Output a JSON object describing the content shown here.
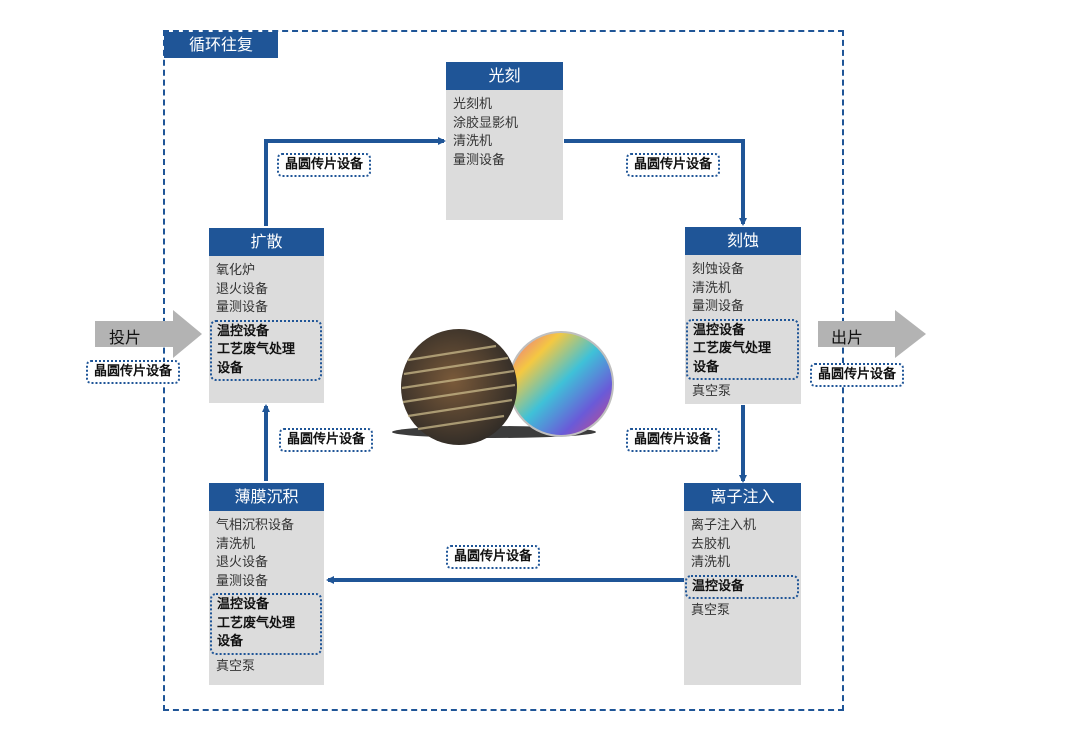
{
  "cycle_label": "循环往复",
  "input_label": "投片",
  "output_label": "出片",
  "transfer_label": "晶圆传片设备",
  "stages": {
    "photolithography": {
      "title": "光刻",
      "items": [
        "光刻机",
        "涂胶显影机",
        "清洗机",
        "量测设备"
      ]
    },
    "diffusion": {
      "title": "扩散",
      "items": [
        "氧化炉",
        "退火设备",
        "量测设备"
      ],
      "highlight": [
        "温控设备",
        "工艺废气处理",
        "设备"
      ]
    },
    "etching": {
      "title": "刻蚀",
      "items": [
        "刻蚀设备",
        "清洗机",
        "量测设备"
      ],
      "highlight": [
        "温控设备",
        "工艺废气处理",
        "设备"
      ],
      "after": [
        "真空泵"
      ]
    },
    "thin_film": {
      "title": "薄膜沉积",
      "items": [
        "气相沉积设备",
        "清洗机",
        "退火设备",
        "量测设备"
      ],
      "highlight": [
        "温控设备",
        "工艺废气处理",
        "设备"
      ],
      "after": [
        "真空泵"
      ]
    },
    "ion_implant": {
      "title": "离子注入",
      "items": [
        "离子注入机",
        "去胶机",
        "清洗机"
      ],
      "highlight": [
        "温控设备"
      ],
      "after": [
        "真空泵"
      ]
    }
  },
  "colors": {
    "primary": "#1f5597",
    "box": "#dcdcdc",
    "arrow_gray": "#b3b3b3"
  }
}
